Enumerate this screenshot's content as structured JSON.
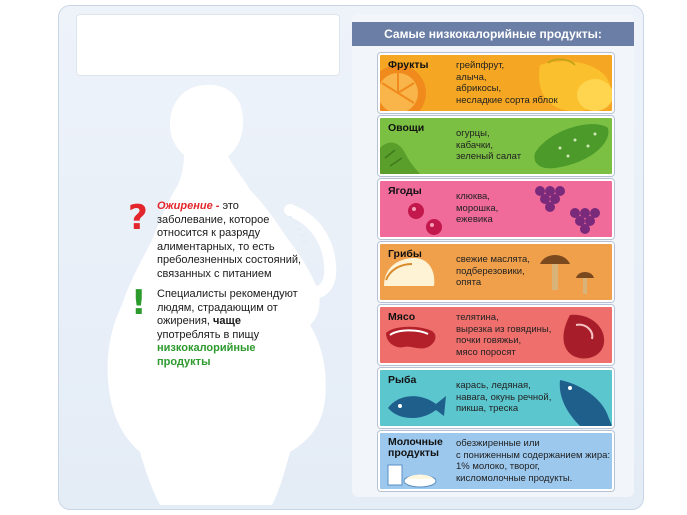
{
  "left": {
    "definition": {
      "term": "Ожирение",
      "dash": " - ",
      "text": "это заболевание, которое относится к разряду алиментарных, то есть преболезненных состояний, связанных с питанием"
    },
    "recommendation": {
      "text1": "Специалисты рекомендуют людям, страдающим от ожирения, ",
      "emph": "чаще",
      "text2": " употреблять в пищу ",
      "green": "низкокалорийные продукты"
    },
    "icons": {
      "question": "question-mark-icon",
      "exclamation": "exclamation-mark-icon"
    },
    "marks": {
      "question": "?",
      "exclamation": "!"
    }
  },
  "right": {
    "header": "Самые низкокалорийные продукты:",
    "categories": [
      {
        "name": "Фрукты",
        "items": [
          "грейпфрут,",
          "алыча,",
          "абрикосы,",
          "несладкие сорта яблок"
        ],
        "color": "#f5a623",
        "icon": "fruit-icon"
      },
      {
        "name": "Овощи",
        "items": [
          "огурцы,",
          "кабачки,",
          "зеленый салат"
        ],
        "color": "#7bc043",
        "icon": "cucumber-icon"
      },
      {
        "name": "Ягоды",
        "items": [
          "клюква,",
          "морошка,",
          "ежевика"
        ],
        "color": "#f06a9a",
        "icon": "berry-icon"
      },
      {
        "name": "Грибы",
        "items": [
          "свежие маслята,",
          "подберезовики,",
          "опята"
        ],
        "color": "#f0a04b",
        "icon": "mushroom-icon"
      },
      {
        "name": "Мясо",
        "items": [
          "телятина,",
          "вырезка из говядины,",
          "почки говяжьи,",
          "мясо поросят"
        ],
        "color": "#ef6f6c",
        "icon": "meat-icon"
      },
      {
        "name": "Рыба",
        "items": [
          "карась, ледяная,",
          "навага, окунь речной,",
          "пикша, треска"
        ],
        "color": "#5cc6cf",
        "icon": "fish-icon"
      },
      {
        "name": "Молочные продукты",
        "items": [
          "обезжиренные или",
          "с пониженным содержанием жира:",
          "1% молоко, творог,",
          "кисломолочные продукты."
        ],
        "color": "#9cc8ee",
        "icon": "dairy-icon"
      }
    ]
  }
}
